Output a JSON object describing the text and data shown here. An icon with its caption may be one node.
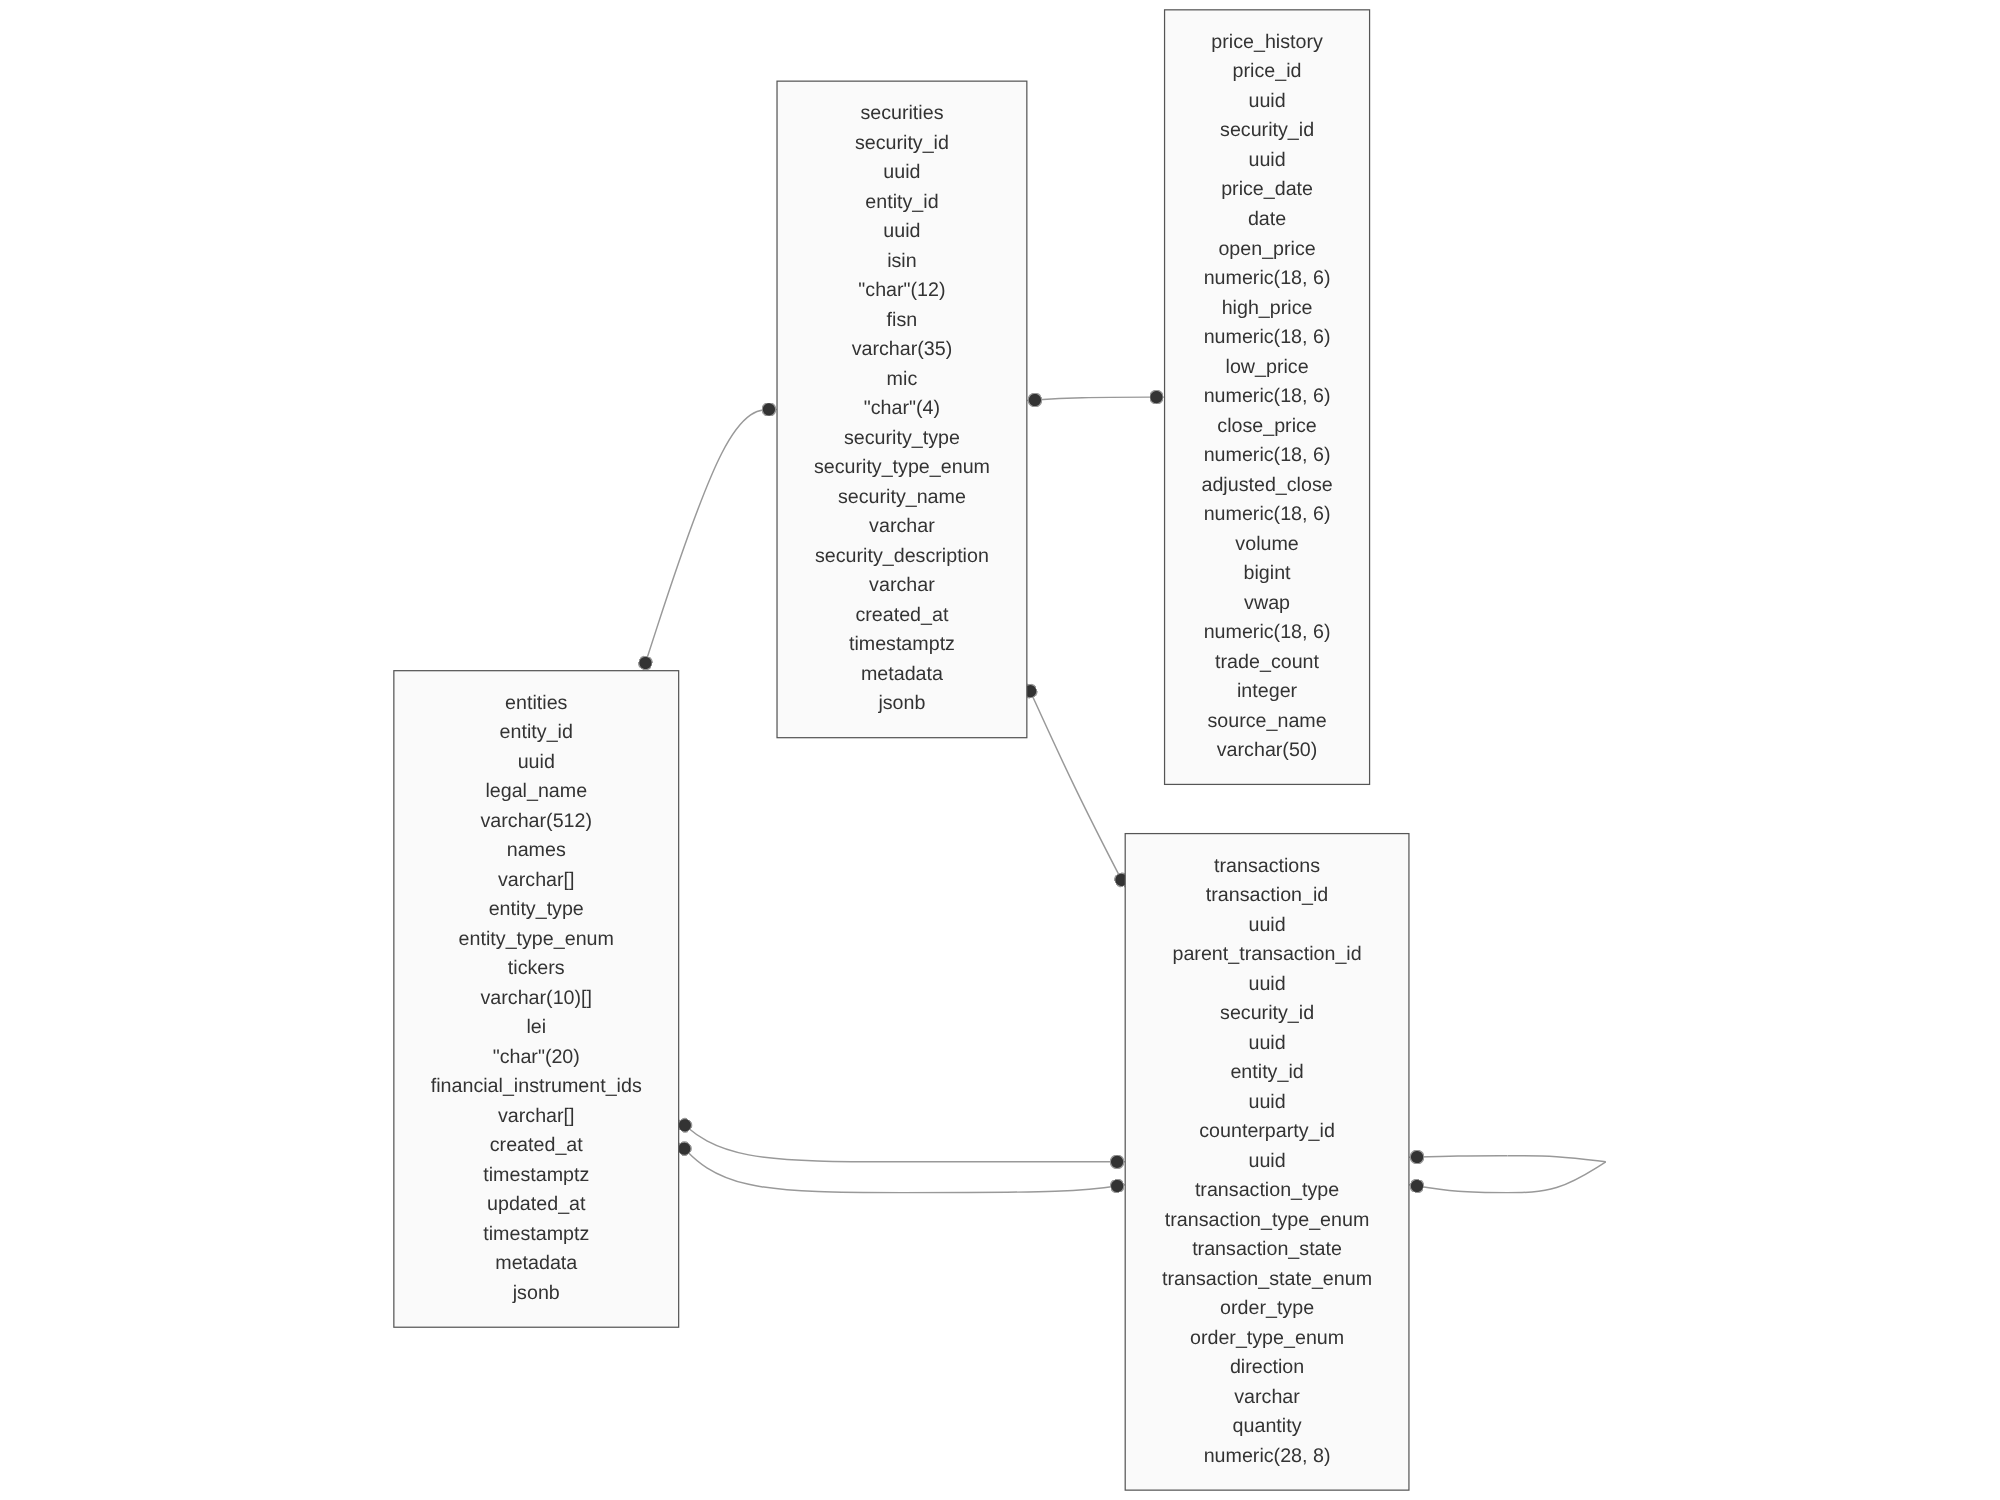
{
  "diagram": {
    "nodes": [
      {
        "text": [
          "price_history",
          "price_id",
          "uuid",
          "security_id",
          "uuid",
          "price_date",
          "date",
          "open_price",
          "numeric(18, 6)",
          "high_price",
          "numeric(18, 6)",
          "low_price",
          "numeric(18, 6)",
          "close_price",
          "numeric(18, 6)",
          "adjusted_close",
          "numeric(18, 6)",
          "volume",
          "bigint",
          "vwap",
          "numeric(18, 6)",
          "trade_count",
          "integer",
          "source_name",
          "varchar(50)"
        ]
      },
      {
        "text": [
          "securities",
          "security_id",
          "uuid",
          "entity_id",
          "uuid",
          "isin",
          "\"char\"(12)",
          "fisn",
          "varchar(35)",
          "mic",
          "\"char\"(4)",
          "security_type",
          "security_type_enum",
          "security_name",
          "varchar",
          "security_description",
          "varchar",
          "created_at",
          "timestamptz",
          "metadata",
          "jsonb"
        ]
      },
      {
        "text": [
          "entities",
          "entity_id",
          "uuid",
          "legal_name",
          "varchar(512)",
          "names",
          "varchar[]",
          "entity_type",
          "entity_type_enum",
          "tickers",
          "varchar(10)[]",
          "lei",
          "\"char\"(20)",
          "financial_instrument_ids",
          "varchar[]",
          "created_at",
          "timestamptz",
          "updated_at",
          "timestamptz",
          "metadata",
          "jsonb"
        ]
      },
      {
        "text": [
          "transactions",
          "transaction_id",
          "uuid",
          "parent_transaction_id",
          "uuid",
          "security_id",
          "uuid",
          "entity_id",
          "uuid",
          "counterparty_id",
          "uuid",
          "transaction_type",
          "transaction_type_enum",
          "transaction_state",
          "transaction_state_enum",
          "order_type",
          "order_type_enum",
          "direction",
          "varchar",
          "quantity",
          "numeric(28, 8)"
        ]
      }
    ],
    "edges": [
      {
        "from": 2,
        "to": 1,
        "arrow": "other"
      },
      {
        "from": 2,
        "to": 3,
        "arrow": "other"
      },
      {
        "from": 2,
        "to": 3,
        "arrow": "other"
      },
      {
        "from": 1,
        "to": 0,
        "arrow": "other"
      },
      {
        "from": 1,
        "to": 3,
        "arrow": "other"
      },
      {
        "from": 3,
        "to": 3,
        "arrow": "other"
      }
    ]
  }
}
